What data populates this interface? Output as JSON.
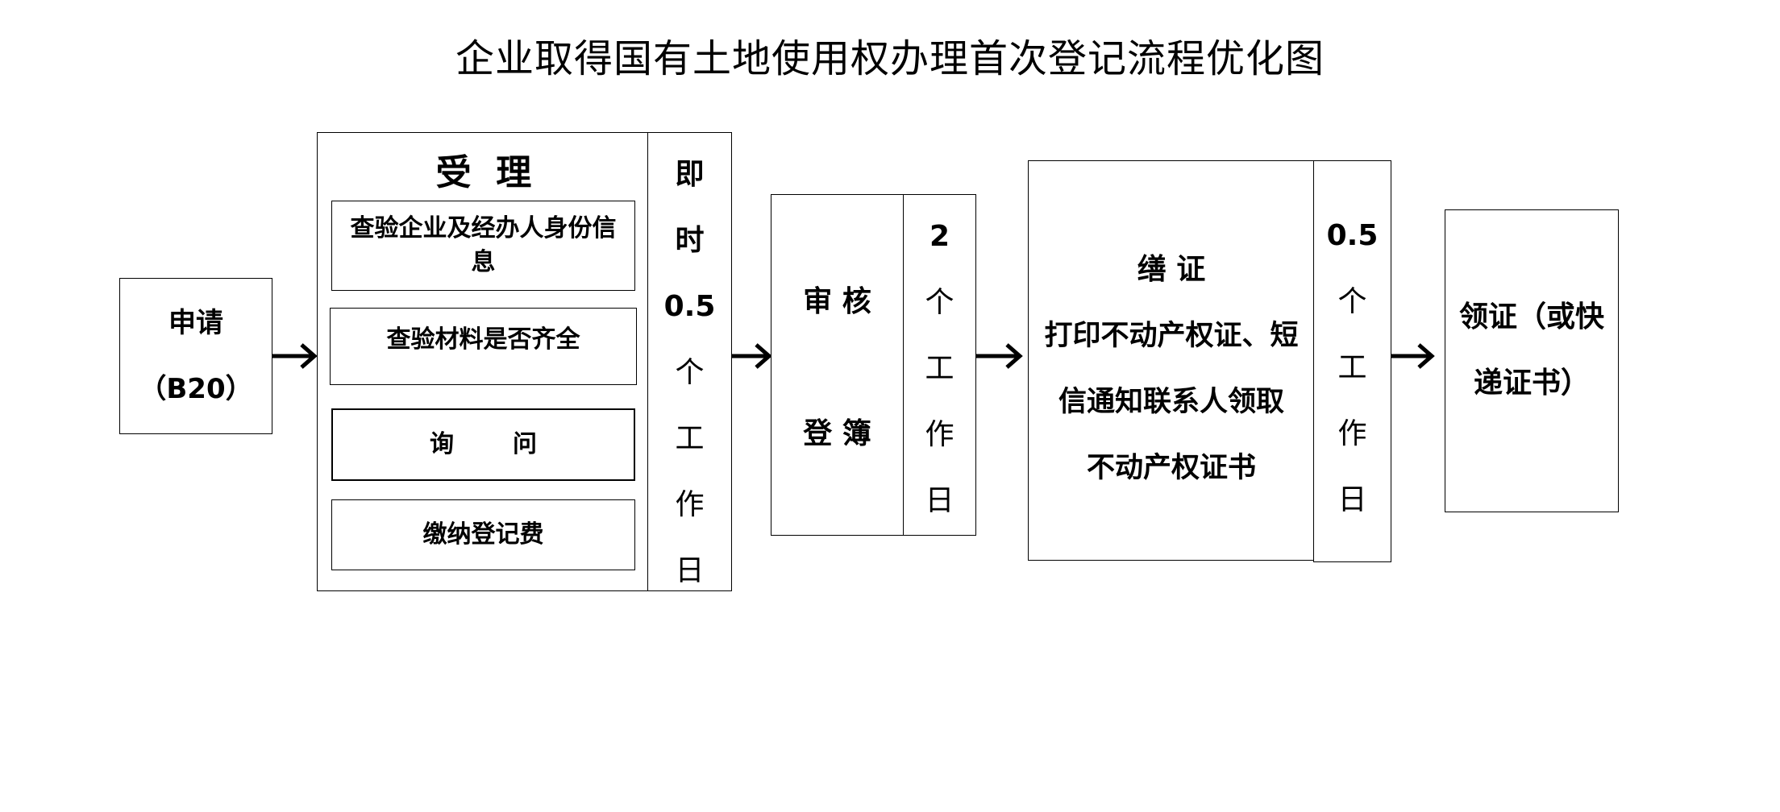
{
  "title": "企业取得国有土地使用权办理首次登记流程优化图",
  "apply": {
    "line1": "申请",
    "line2": "（B20）"
  },
  "accept": {
    "header": "受  理",
    "items": [
      "查验企业及经办人身份信息",
      "查验材料是否齐全",
      "询       问",
      "缴纳登记费"
    ],
    "time_chars": [
      "即",
      "时",
      "0.5",
      "个",
      "工",
      "作",
      "日"
    ]
  },
  "review": {
    "line1": "审 核",
    "line2": "登 簿",
    "time_chars": [
      "2",
      "个",
      "工",
      "作",
      "日"
    ]
  },
  "certify": {
    "lines": [
      "缮 证",
      "打印不动产权证、短",
      "信通知联系人领取",
      "不动产权证书"
    ],
    "time_chars": [
      "0.5",
      "个",
      "工",
      "作",
      "日"
    ]
  },
  "receive": {
    "line1": "领证（或快",
    "line2": "递证书）"
  }
}
